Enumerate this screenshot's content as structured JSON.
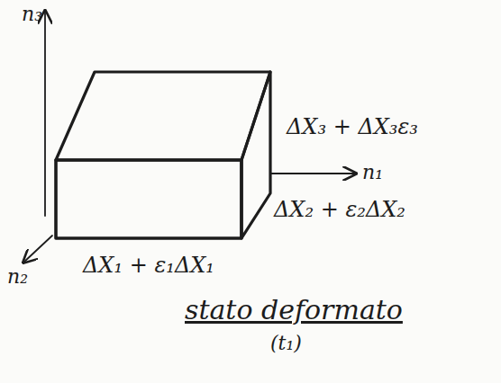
{
  "diagram": {
    "labels": [
      "n₃",
      "n₁",
      "n₂",
      "ΔX₃ + ΔX₃ε₃",
      "ΔX₂ + ε₂ΔX₂",
      "ΔX₁ + ε₁ΔX₁",
      "stato deformato",
      "(t₁)"
    ]
  }
}
